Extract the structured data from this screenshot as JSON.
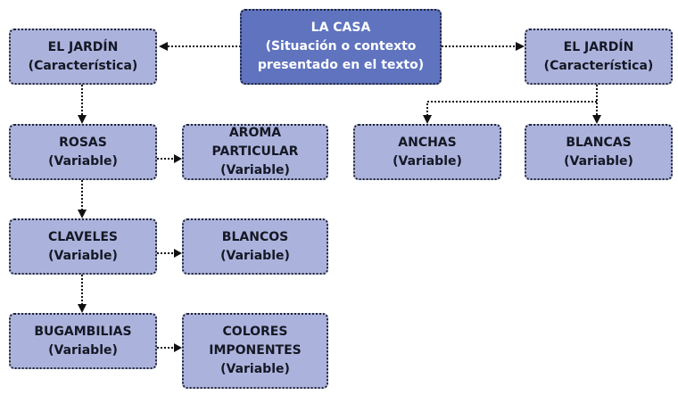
{
  "root": {
    "line1": "LA CASA",
    "line2": "(Situación o contexto",
    "line3": "presentado en el texto)"
  },
  "left_feature": {
    "line1": "EL JARDÍN",
    "line2": "(Característica)"
  },
  "right_feature": {
    "line1": "EL JARDÍN",
    "line2": "(Característica)"
  },
  "rosas": {
    "line1": "ROSAS",
    "line2": "(Variable)"
  },
  "aroma": {
    "line1": "AROMA PARTICULAR",
    "line2": "(Variable)"
  },
  "claveles": {
    "line1": "CLAVELES",
    "line2": "(Variable)"
  },
  "blancos": {
    "line1": "BLANCOS",
    "line2": "(Variable)"
  },
  "bugambilias": {
    "line1": "BUGAMBILIAS",
    "line2": "(Variable)"
  },
  "colores": {
    "line1": "COLORES",
    "line2": "IMPONENTES",
    "line3": "(Variable)"
  },
  "anchas": {
    "line1": "ANCHAS",
    "line2": "(Variable)"
  },
  "blancas": {
    "line1": "BLANCAS",
    "line2": "(Variable)"
  },
  "colors": {
    "node_fill": "#abb3dd",
    "root_fill": "#5f73bf",
    "border": "#1f2330"
  }
}
